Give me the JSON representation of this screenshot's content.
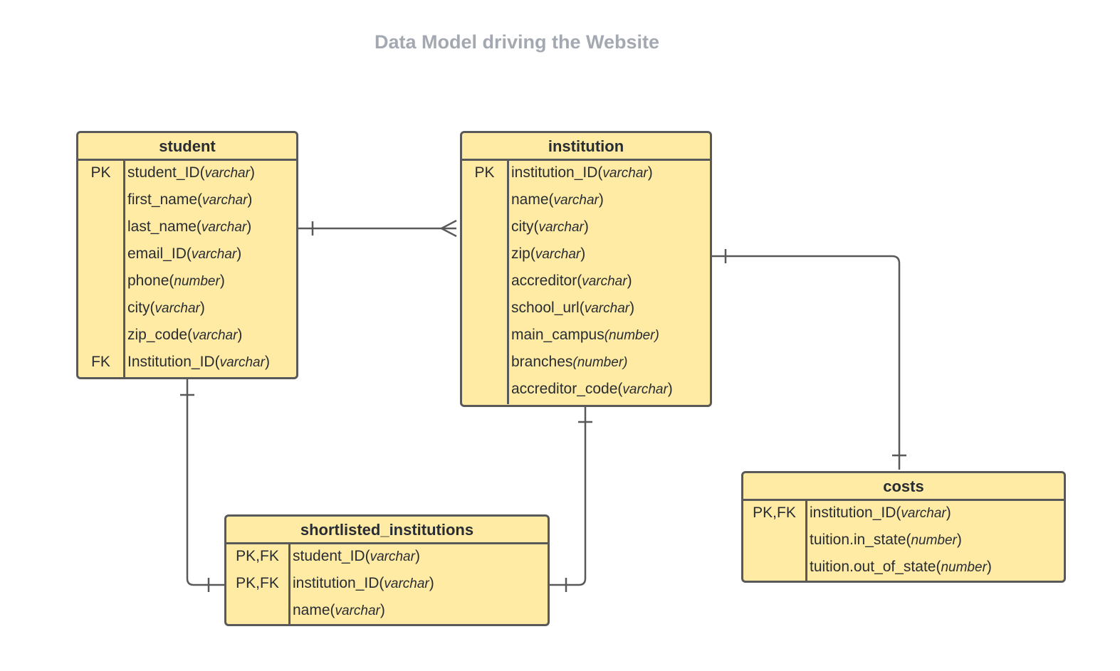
{
  "title": "Data Model driving the Website",
  "colors": {
    "entity_fill": "#ffeba4",
    "border": "#595959",
    "title": "#a3a8b1",
    "text": "#282c33"
  },
  "entities": {
    "student": {
      "name": "student",
      "rows": [
        {
          "key": "PK",
          "field": "student_ID",
          "open": "(",
          "type": "varchar",
          "close": ")"
        },
        {
          "key": "",
          "field": "first_name",
          "open": "(",
          "type": "varchar",
          "close": ")"
        },
        {
          "key": "",
          "field": "last_name",
          "open": "(",
          "type": "varchar",
          "close": ")"
        },
        {
          "key": "",
          "field": "email_ID",
          "open": "(",
          "type": "varchar",
          "close": ")"
        },
        {
          "key": "",
          "field": "phone",
          "open": "(",
          "type": "number",
          "close": ")"
        },
        {
          "key": "",
          "field": "city",
          "open": "(",
          "type": "varchar",
          "close": ")"
        },
        {
          "key": "",
          "field": "zip_code",
          "open": "(",
          "type": "varchar",
          "close": ")"
        },
        {
          "key": "FK",
          "field": "Institution_ID",
          "open": "(",
          "type": "varchar",
          "close": ")"
        }
      ]
    },
    "institution": {
      "name": "institution",
      "rows": [
        {
          "key": "PK",
          "field": "institution_ID",
          "open": "(",
          "type": "varchar",
          "close": ")"
        },
        {
          "key": "",
          "field": "name",
          "open": "(",
          "type": "varchar",
          "close": ")"
        },
        {
          "key": "",
          "field": "city",
          "open": "(",
          "type": "varchar",
          "close": ")"
        },
        {
          "key": "",
          "field": "zip",
          "open": "(",
          "type": "varchar",
          "close": ")"
        },
        {
          "key": "",
          "field": "accreditor",
          "open": "(",
          "type": "varchar",
          "close": ")"
        },
        {
          "key": "",
          "field": "school_url",
          "open": "(",
          "type": "varchar",
          "close": ")"
        },
        {
          "key": "",
          "field": "main_campus",
          "open": "",
          "type": "(number)",
          "close": ""
        },
        {
          "key": "",
          "field": "branches",
          "open": "",
          "type": "(number)",
          "close": ""
        },
        {
          "key": "",
          "field": "accreditor_code",
          "open": "(",
          "type": "varchar",
          "close": ")"
        }
      ]
    },
    "shortlisted": {
      "name": "shortlisted_institutions",
      "rows": [
        {
          "key": "PK,FK",
          "field": "student_ID",
          "open": "(",
          "type": "varchar",
          "close": ")"
        },
        {
          "key": "PK,FK",
          "field": "institution_ID",
          "open": "(",
          "type": "varchar",
          "close": ")"
        },
        {
          "key": "",
          "field": "name",
          "open": "(",
          "type": "varchar",
          "close": ")"
        }
      ]
    },
    "costs": {
      "name": "costs",
      "rows": [
        {
          "key": "PK,FK",
          "field": "institution_ID",
          "open": "(",
          "type": "varchar",
          "close": ")"
        },
        {
          "key": "",
          "field": "tuition.in_state",
          "open": "(",
          "type": "number",
          "close": ")"
        },
        {
          "key": "",
          "field": "tuition.out_of_state",
          "open": "(",
          "type": "number",
          "close": ")"
        }
      ]
    }
  },
  "relationships": [
    {
      "from": "student",
      "to": "institution",
      "from_card": "one",
      "to_card": "many"
    },
    {
      "from": "institution",
      "to": "costs",
      "from_card": "one",
      "to_card": "one"
    },
    {
      "from": "student",
      "to": "shortlisted_institutions",
      "from_card": "one",
      "to_card": "one"
    },
    {
      "from": "institution",
      "to": "shortlisted_institutions",
      "from_card": "one",
      "to_card": "one"
    }
  ]
}
